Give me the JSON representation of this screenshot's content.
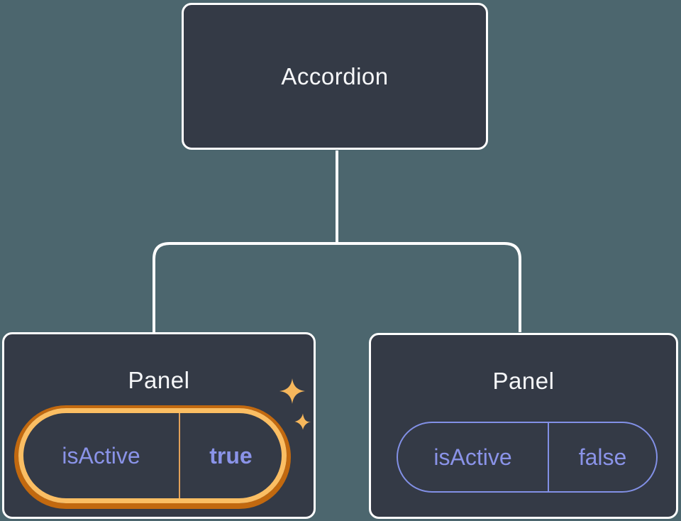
{
  "diagram": {
    "description": "Component tree: Accordion parent passing isActive prop to two Panel children",
    "background_color": "#4C666E",
    "node_fill": "#343A46",
    "node_border_color": "#FFFFFF",
    "node_text_color": "#F6F7F9",
    "prop_text_color": "#8A93E8",
    "prop_border_color": "#8290E6",
    "highlight": {
      "ring_outer_color": "#C2690F",
      "ring_inner_color": "#FBBE63",
      "divider_color": "#E1A05A",
      "sparkle_color": "#F6B75C"
    },
    "root": {
      "label": "Accordion"
    },
    "children": [
      {
        "label": "Panel",
        "prop_name": "isActive",
        "prop_value": "true",
        "state": "highlighted"
      },
      {
        "label": "Panel",
        "prop_name": "isActive",
        "prop_value": "false",
        "state": "default"
      }
    ]
  }
}
